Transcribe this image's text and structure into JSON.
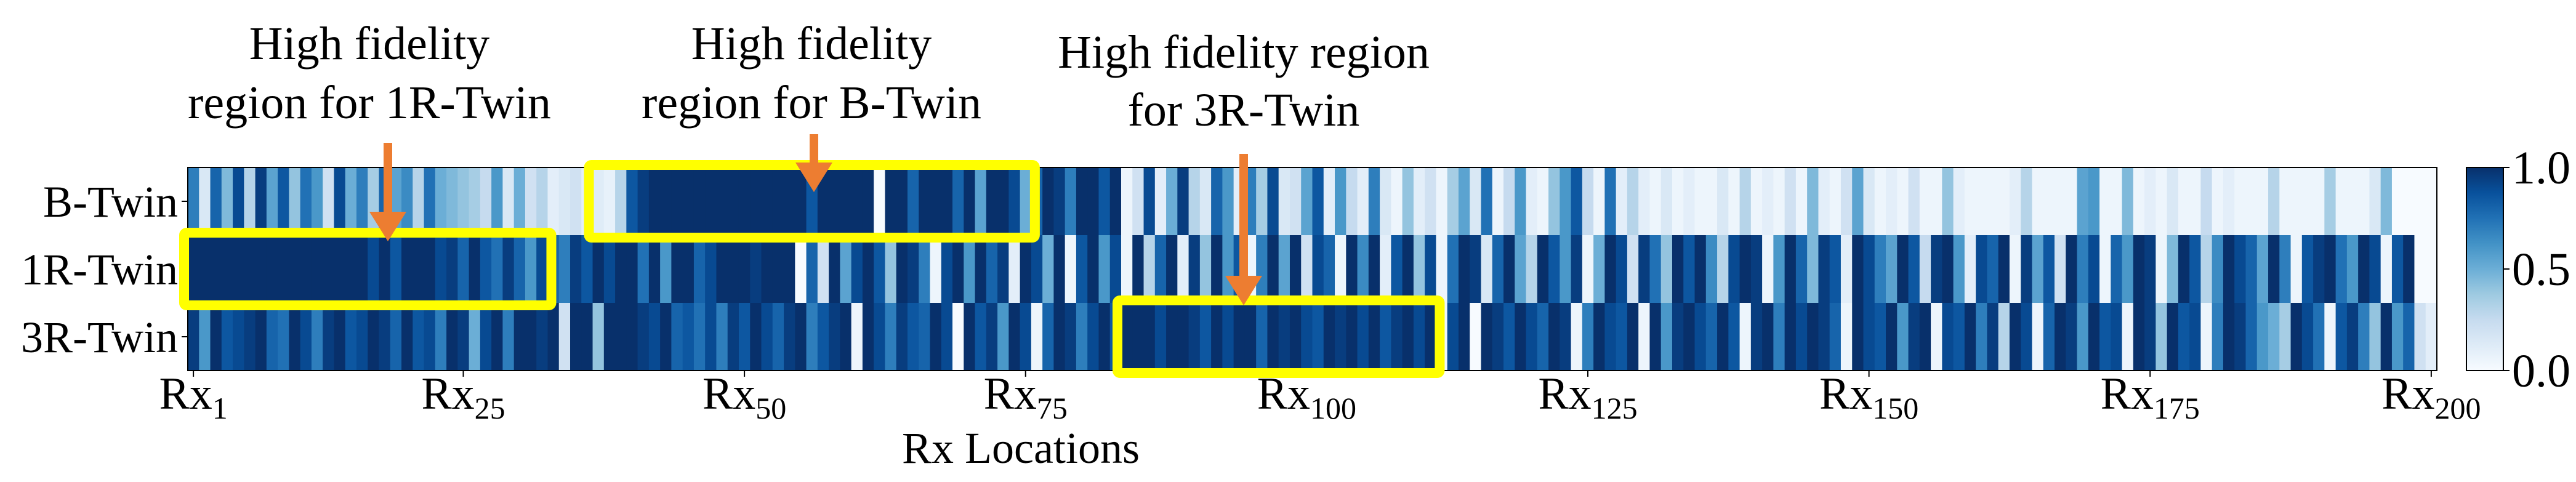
{
  "chart_data": {
    "type": "heatmap",
    "xlabel": "Rx Locations",
    "rows": [
      "B-Twin",
      "1R-Twin",
      "3R-Twin"
    ],
    "x_ticks": [
      {
        "base": "Rx",
        "sub": "1",
        "index": 1
      },
      {
        "base": "Rx",
        "sub": "25",
        "index": 25
      },
      {
        "base": "Rx",
        "sub": "50",
        "index": 50
      },
      {
        "base": "Rx",
        "sub": "75",
        "index": 75
      },
      {
        "base": "Rx",
        "sub": "100",
        "index": 100
      },
      {
        "base": "Rx",
        "sub": "125",
        "index": 125
      },
      {
        "base": "Rx",
        "sub": "150",
        "index": 150
      },
      {
        "base": "Rx",
        "sub": "175",
        "index": 175
      },
      {
        "base": "Rx",
        "sub": "200",
        "index": 200
      }
    ],
    "n_columns": 200,
    "colorbar": {
      "min": 0.0,
      "max": 1.0,
      "ticks": [
        "0.0",
        "0.5",
        "1.0"
      ],
      "colormap": "Blues"
    },
    "values": {
      "B-Twin": [
        0.7,
        0.15,
        0.8,
        0.45,
        0.9,
        0.3,
        0.95,
        0.55,
        0.85,
        0.4,
        0.75,
        0.6,
        0.2,
        0.9,
        0.5,
        0.7,
        0.35,
        0.8,
        0.55,
        0.65,
        0.3,
        0.75,
        0.5,
        0.45,
        0.4,
        0.35,
        0.25,
        0.6,
        0.15,
        0.5,
        0.2,
        0.3,
        0.1,
        0.15,
        0.2,
        0.1,
        0.12,
        0.08,
        0.3,
        0.85,
        0.95,
        1.0,
        1.0,
        1.0,
        1.0,
        1.0,
        1.0,
        1.0,
        1.0,
        1.0,
        1.0,
        1.0,
        1.0,
        1.0,
        1.0,
        0.85,
        1.0,
        1.0,
        1.0,
        1.0,
        1.0,
        0.0,
        1.0,
        1.0,
        0.8,
        1.0,
        1.0,
        1.0,
        0.8,
        1.0,
        0.55,
        1.0,
        1.0,
        0.9,
        0.5,
        0.8,
        1.0,
        0.95,
        0.7,
        1.0,
        1.0,
        0.85,
        1.0,
        0.05,
        0.2,
        0.9,
        0.1,
        0.5,
        0.95,
        0.3,
        0.15,
        0.8,
        0.6,
        0.1,
        0.7,
        0.35,
        0.9,
        0.15,
        0.2,
        0.55,
        0.85,
        0.1,
        0.6,
        0.25,
        0.1,
        0.7,
        0.15,
        0.05,
        0.4,
        0.1,
        0.2,
        0.05,
        0.35,
        0.55,
        0.15,
        0.75,
        0.05,
        0.25,
        0.6,
        0.1,
        0.05,
        0.4,
        0.6,
        0.85,
        0.25,
        0.05,
        0.75,
        0.1,
        0.3,
        0.1,
        0.05,
        0.15,
        0.05,
        0.1,
        0.05,
        0.05,
        0.15,
        0.05,
        0.3,
        0.05,
        0.1,
        0.05,
        0.2,
        0.05,
        0.45,
        0.1,
        0.05,
        0.2,
        0.55,
        0.15,
        0.05,
        0.1,
        0.05,
        0.2,
        0.05,
        0.05,
        0.4,
        0.1,
        0.05,
        0.05,
        0.05,
        0.05,
        0.1,
        0.3,
        0.05,
        0.05,
        0.05,
        0.05,
        0.55,
        0.6,
        0.05,
        0.05,
        0.45,
        0.05,
        0.1,
        0.05,
        0.15,
        0.05,
        0.05,
        0.25,
        0.05,
        0.1,
        0.05,
        0.05,
        0.05,
        0.3,
        0.05,
        0.05,
        0.05,
        0.05,
        0.35,
        0.05,
        0.05,
        0.05,
        0.15,
        0.45
      ],
      "1R-Twin": [
        1.0,
        1.0,
        1.0,
        1.0,
        1.0,
        1.0,
        1.0,
        1.0,
        1.0,
        1.0,
        1.0,
        1.0,
        1.0,
        1.0,
        1.0,
        1.0,
        0.9,
        1.0,
        0.85,
        1.0,
        1.0,
        1.0,
        0.9,
        0.95,
        0.8,
        1.0,
        0.85,
        0.75,
        0.95,
        0.8,
        0.6,
        0.9,
        0.8,
        0.7,
        0.95,
        0.85,
        1.0,
        0.9,
        1.0,
        1.0,
        0.75,
        1.0,
        0.6,
        1.0,
        1.0,
        0.8,
        0.9,
        1.0,
        1.0,
        1.0,
        0.95,
        1.0,
        1.0,
        1.0,
        0.0,
        0.8,
        0.2,
        1.0,
        0.55,
        0.9,
        1.0,
        0.85,
        0.4,
        1.0,
        0.95,
        0.7,
        0.05,
        0.9,
        1.0,
        0.6,
        1.0,
        0.8,
        0.95,
        0.1,
        1.0,
        0.9,
        0.5,
        1.0,
        0.05,
        0.85,
        1.0,
        0.6,
        0.9,
        0.05,
        1.0,
        0.3,
        0.8,
        1.0,
        0.1,
        0.95,
        0.4,
        1.0,
        0.6,
        0.85,
        0.05,
        0.7,
        1.0,
        0.55,
        1.0,
        0.2,
        0.9,
        0.8,
        0.05,
        1.0,
        0.65,
        1.0,
        0.1,
        0.85,
        1.0,
        0.4,
        0.9,
        0.05,
        0.75,
        1.0,
        0.95,
        0.15,
        0.8,
        1.0,
        0.55,
        0.3,
        1.0,
        0.85,
        0.6,
        0.95,
        0.05,
        0.5,
        1.0,
        0.9,
        0.2,
        0.95,
        0.75,
        0.4,
        1.0,
        0.85,
        1.0,
        0.65,
        0.3,
        0.9,
        1.0,
        0.95,
        0.05,
        0.6,
        1.0,
        0.8,
        0.45,
        0.95,
        0.85,
        0.1,
        1.0,
        0.9,
        0.7,
        0.55,
        1.0,
        0.85,
        0.25,
        0.95,
        1.0,
        0.6,
        0.1,
        0.9,
        0.8,
        1.0,
        0.05,
        0.95,
        0.55,
        0.85,
        0.2,
        1.0,
        0.7,
        0.9,
        0.05,
        0.8,
        0.6,
        1.0,
        0.95,
        0.05,
        0.45,
        1.0,
        0.85,
        0.3,
        0.65,
        1.0,
        0.9,
        0.8,
        0.55,
        1.0,
        0.7,
        0.05,
        0.85,
        0.95,
        1.0,
        0.75,
        0.6,
        1.0,
        0.9,
        0.05,
        0.85,
        1.0
      ],
      "3R-Twin": [
        0.95,
        0.6,
        1.0,
        0.85,
        0.9,
        0.95,
        1.0,
        0.8,
        0.75,
        1.0,
        0.9,
        0.7,
        0.95,
        1.0,
        0.85,
        0.9,
        1.0,
        0.95,
        0.8,
        1.0,
        0.85,
        0.9,
        0.7,
        1.0,
        0.95,
        0.5,
        0.9,
        1.0,
        0.7,
        1.0,
        1.0,
        0.95,
        1.0,
        0.2,
        1.0,
        1.0,
        0.4,
        1.0,
        1.0,
        1.0,
        0.95,
        0.9,
        1.0,
        0.8,
        0.85,
        0.75,
        0.9,
        0.7,
        0.95,
        0.85,
        1.0,
        0.9,
        0.8,
        0.95,
        1.0,
        0.7,
        0.85,
        0.95,
        1.0,
        0.05,
        1.0,
        0.9,
        0.7,
        0.95,
        0.85,
        0.8,
        1.0,
        0.9,
        0.0,
        1.0,
        0.85,
        0.95,
        0.6,
        1.0,
        0.9,
        0.05,
        0.8,
        1.0,
        0.95,
        0.7,
        0.9,
        1.0,
        0.85,
        1.0,
        1.0,
        1.0,
        0.9,
        1.0,
        1.0,
        0.95,
        0.85,
        1.0,
        0.9,
        1.0,
        1.0,
        0.8,
        1.0,
        0.95,
        1.0,
        0.9,
        0.85,
        1.0,
        0.95,
        1.0,
        0.9,
        1.0,
        0.85,
        0.95,
        1.0,
        0.9,
        1.0,
        0.05,
        0.9,
        1.0,
        0.0,
        1.0,
        0.95,
        0.85,
        1.0,
        0.9,
        0.8,
        1.0,
        0.95,
        0.05,
        0.7,
        1.0,
        0.9,
        0.85,
        1.0,
        0.05,
        1.0,
        0.6,
        0.95,
        1.0,
        0.9,
        0.8,
        1.0,
        0.85,
        0.05,
        0.95,
        1.0,
        0.7,
        1.0,
        0.9,
        1.0,
        0.95,
        0.8,
        0.05,
        1.0,
        0.9,
        0.85,
        1.0,
        0.6,
        0.95,
        1.0,
        0.05,
        0.9,
        0.85,
        1.0,
        0.7,
        0.95,
        0.3,
        1.0,
        0.9,
        0.05,
        0.8,
        1.0,
        0.95,
        0.6,
        1.0,
        0.85,
        0.9,
        0.05,
        1.0,
        0.95,
        0.4,
        1.0,
        0.85,
        0.9,
        0.05,
        0.7,
        1.0,
        0.95,
        0.8,
        0.6,
        0.5,
        0.35,
        1.0,
        0.9,
        0.75,
        0.05,
        0.85,
        0.95,
        0.7,
        0.4,
        1.0,
        0.6,
        0.8,
        0.2,
        0.1
      ]
    },
    "annotations": [
      {
        "lines": [
          "High fidelity",
          "region for 1R-Twin"
        ],
        "target_row": "1R-Twin",
        "x_range": [
          1,
          32
        ]
      },
      {
        "lines": [
          "High fidelity",
          "region for B-Twin"
        ],
        "target_row": "B-Twin",
        "x_range": [
          37,
          75
        ]
      },
      {
        "lines": [
          "High fidelity region",
          "for 3R-Twin"
        ],
        "target_row": "3R-Twin",
        "x_range": [
          84,
          111
        ]
      }
    ],
    "highlight_color": "#ffff00",
    "arrow_color": "#ed7d31"
  }
}
